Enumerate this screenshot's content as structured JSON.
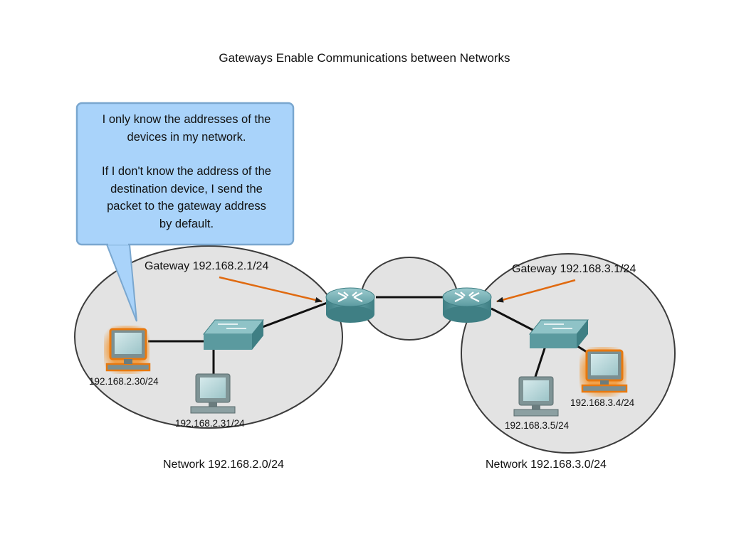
{
  "title": "Gateways Enable Communications between Networks",
  "callout": {
    "line1": "I only know the addresses of the",
    "line2": "devices in my network.",
    "line3": "If I don't know the address of the",
    "line4": "destination device, I send the",
    "line5": "packet to the gateway address",
    "line6": "by default."
  },
  "network_left": {
    "label": "Network 192.168.2.0/24",
    "gateway_label": "Gateway 192.168.2.1/24",
    "host_a": "192.168.2.30/24",
    "host_b": "192.168.2.31/24"
  },
  "network_right": {
    "label": "Network 192.168.3.0/24",
    "gateway_label": "Gateway 192.168.3.1/24",
    "host_a": "192.168.3.4/24",
    "host_b": "192.168.3.5/24"
  },
  "icons": {
    "router": "router-icon",
    "switch": "switch-icon",
    "pc": "pc-icon"
  },
  "colors": {
    "network_fill": "#e3e3e3",
    "network_stroke": "#3c3c3c",
    "callout_fill": "#a9d3fa",
    "callout_stroke": "#7aa7cf",
    "device_teal": "#5b9a9f",
    "arrow": "#e06a10",
    "highlight": "#f08020"
  }
}
